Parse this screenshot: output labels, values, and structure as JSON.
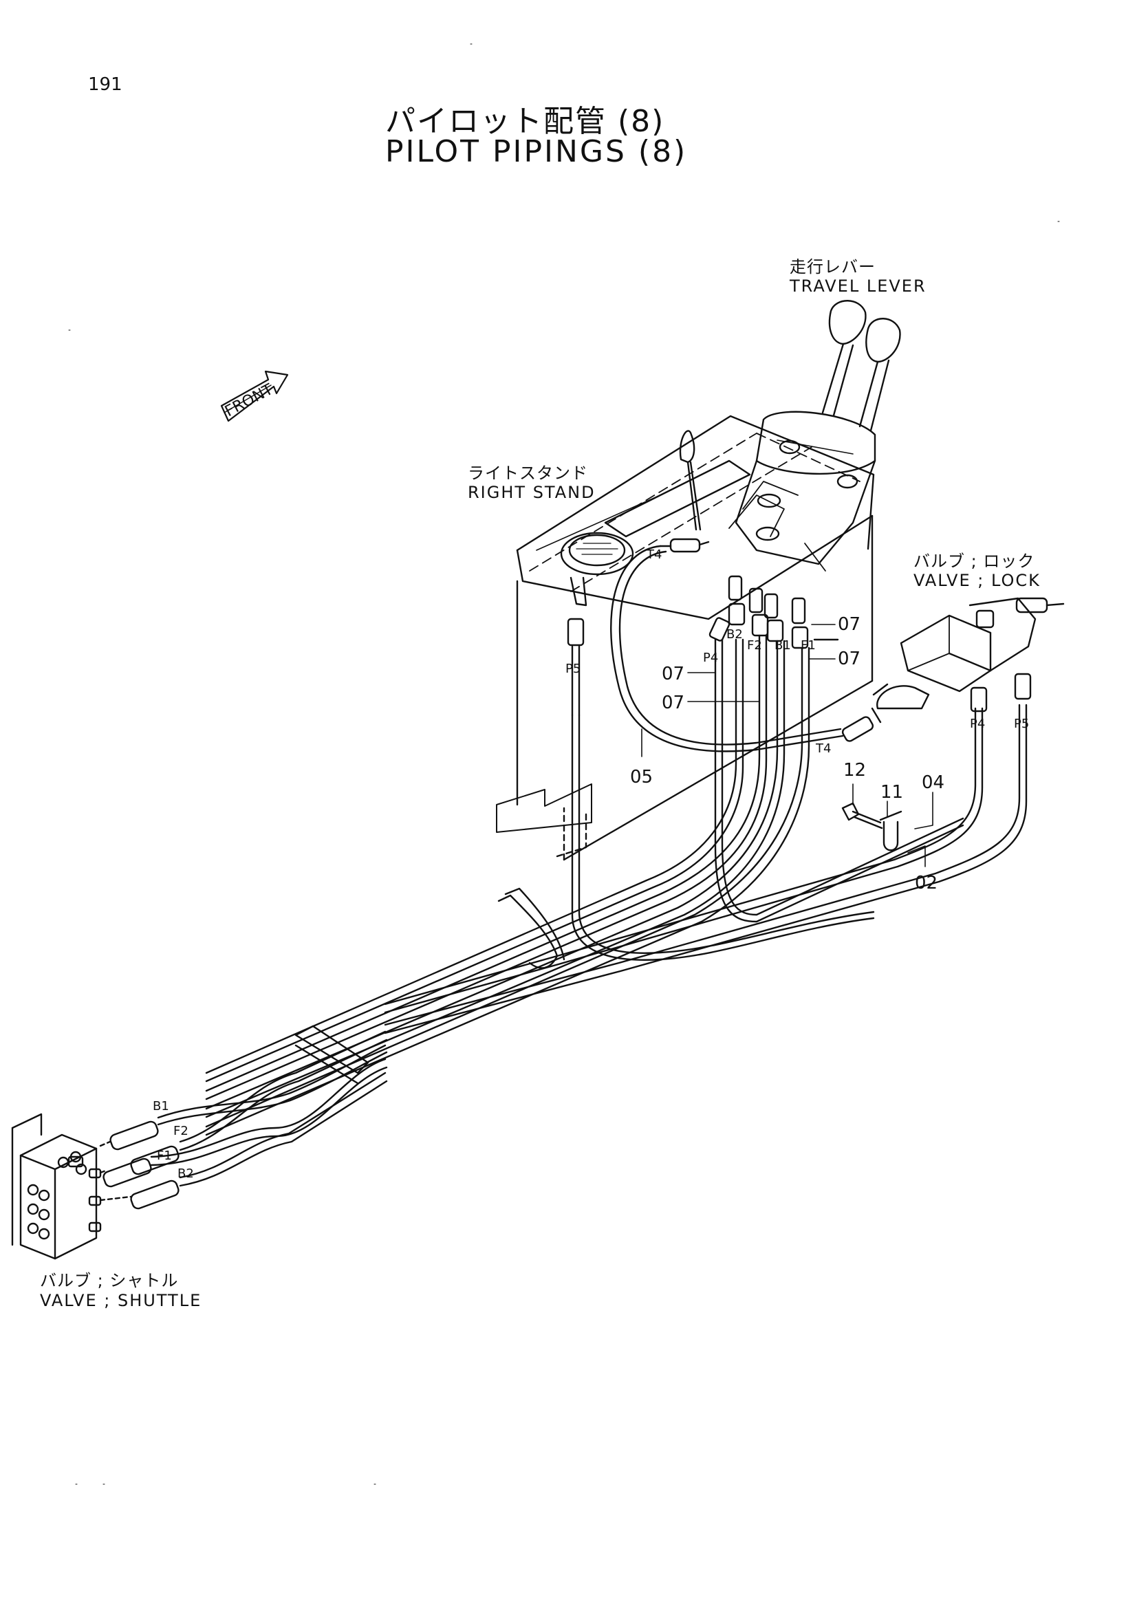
{
  "page_number": "191",
  "title_jp": "パイロット配管 (8)",
  "title_en": "PILOT PIPINGS (8)",
  "labels": {
    "travel_lever_jp": "走行レバー",
    "travel_lever_en": "TRAVEL LEVER",
    "right_stand_jp": "ライトスタンド",
    "right_stand_en": "RIGHT STAND",
    "valve_lock_jp": "バルブ ; ロック",
    "valve_lock_en": "VALVE ; LOCK",
    "valve_shuttle_jp": "バルブ ; シャトル",
    "valve_shuttle_en": "VALVE ; SHUTTLE",
    "front": "FRONT"
  },
  "callouts": {
    "p02": "02",
    "p04": "04",
    "p05": "05",
    "p07a": "07",
    "p07b": "07",
    "p07c": "07",
    "p07d": "07",
    "p11": "11",
    "p12": "12"
  },
  "port_labels": {
    "t4_top": "T4",
    "t4_bottom": "T4",
    "p5_left": "P5",
    "p4_left": "P4",
    "b2_top": "B2",
    "f2_top": "F2",
    "b1_top": "B1",
    "f1_top": "F1",
    "p4_right": "P4",
    "p5_right": "P5",
    "b1_shuttle": "B1",
    "f2_shuttle": "F2",
    "f1_shuttle": "F1",
    "b2_shuttle": "B2"
  }
}
